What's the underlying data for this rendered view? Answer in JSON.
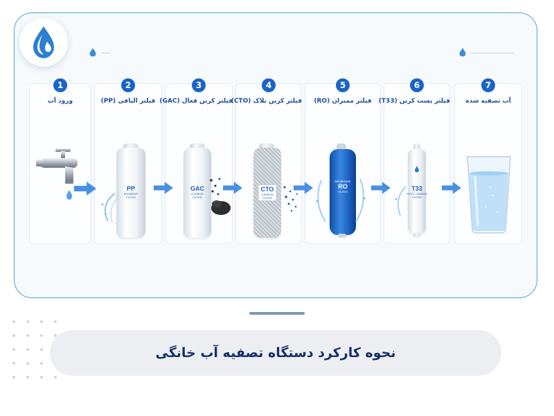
{
  "steps": [
    {
      "number": "1",
      "label": "ورود آب"
    },
    {
      "number": "2",
      "label": "فیلتر الیافی (PP)",
      "filter_code": "PP",
      "filter_sub1": "SEDIMENT",
      "filter_sub2": "FILTER"
    },
    {
      "number": "3",
      "label": "فیلتر کربن فعال (GAC)",
      "filter_code": "GAC",
      "filter_sub1": "CARBON",
      "filter_sub2": "FILTER"
    },
    {
      "number": "4",
      "label": "فیلتر کربن بلاک (CTO)",
      "filter_code": "CTO",
      "filter_sub1": "CARBON",
      "filter_sub2": "FILTER"
    },
    {
      "number": "5",
      "label": "فیلتر ممبران (RO)",
      "filter_code": "RO",
      "filter_sub1": "MEMBRANE",
      "filter_sub2": "FILTER"
    },
    {
      "number": "6",
      "label": "فیلتر پست کربن (T33)",
      "filter_code": "T33",
      "filter_sub1": "POST CARBON",
      "filter_sub2": "FILTER"
    },
    {
      "number": "7",
      "label": "آب تصفیه شده"
    }
  ],
  "title": "نحوه کارکرد دستگاه تصفیه آب خانگی",
  "colors": {
    "accent": "#1a63c9",
    "frame": "#4fa3d9",
    "title_text": "#142f6a",
    "title_bar": "#eceef1",
    "arrow": "#4a90e2"
  },
  "icons": [
    "water-drop-logo-icon",
    "water-drop-icon",
    "faucet-icon",
    "water-glass-icon",
    "arrow-right-icon"
  ]
}
